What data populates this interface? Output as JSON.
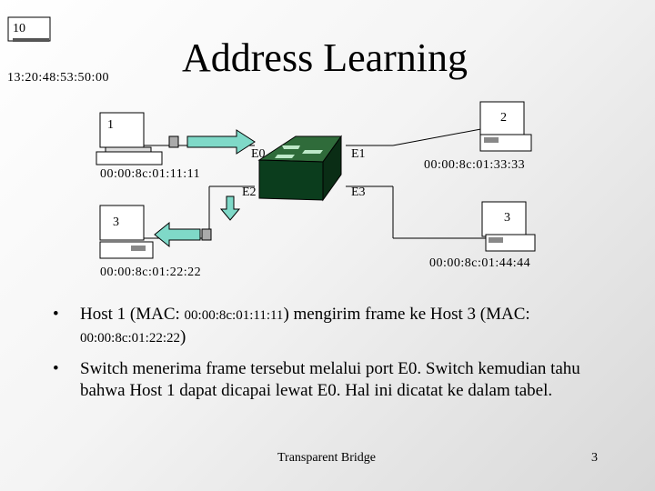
{
  "slide": {
    "corner_number": "10",
    "corner_mac": "13:20:48:53:50:00",
    "title": "Address Learning"
  },
  "diagram": {
    "hosts": [
      {
        "label": "1",
        "mac": "00:00:8c:01:11:11"
      },
      {
        "label": "2",
        "mac": "00:00:8c:01:33:33"
      },
      {
        "label": "3",
        "mac": "00:00:8c:01:22:22"
      },
      {
        "label": "3",
        "mac": "00:00:8c:01:44:44"
      }
    ],
    "ports": {
      "e0": "E0",
      "e1": "E1",
      "e2": "E2",
      "e3": "E3"
    }
  },
  "bullets": {
    "b1_a": "Host 1 (MAC: ",
    "b1_mac1": "00:00:8c:01:11:11",
    "b1_b": ") mengirim frame ke Host 3 (MAC:",
    "b1_mac2": "00:00:8c:01:22:22",
    "b1_c": ")",
    "b2": "Switch menerima frame tersebut melalui port E0. Switch kemudian tahu bahwa Host 1 dapat dicapai lewat E0. Hal ini dicatat ke dalam tabel."
  },
  "footer": {
    "text": "Transparent Bridge",
    "page": "3"
  }
}
